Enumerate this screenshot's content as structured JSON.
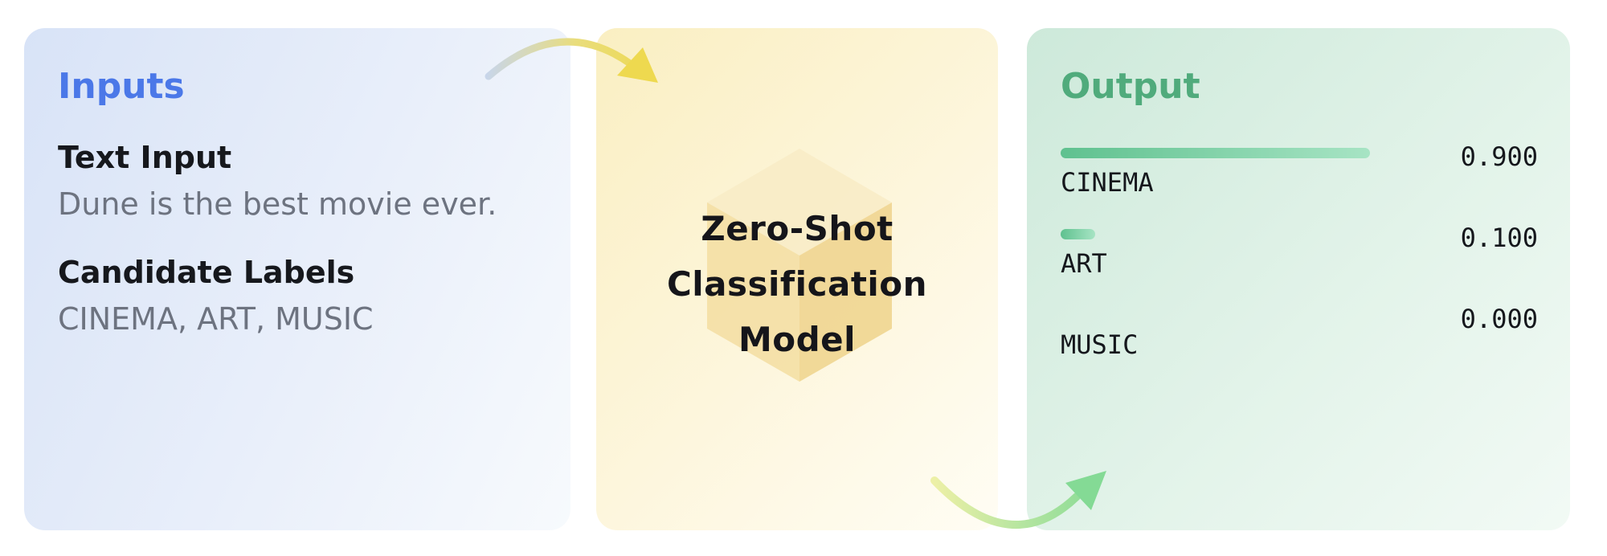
{
  "inputs": {
    "title": "Inputs",
    "title_color": "#4b78e8",
    "fields": [
      {
        "label": "Text Input",
        "value": "Dune is the best movie ever."
      },
      {
        "label": "Candidate Labels",
        "value": "CINEMA, ART, MUSIC"
      }
    ]
  },
  "model": {
    "title": "Zero-Shot Classification Model",
    "lines": [
      "Zero-Shot",
      "Classification",
      "Model"
    ],
    "icon": "cube-icon",
    "icon_colors": {
      "top": "#f8ecc6",
      "left": "#f4dfa4",
      "right": "#efd590"
    }
  },
  "output": {
    "title": "Output",
    "title_color": "#50ab7c",
    "bar_gradient": [
      "#5fc18f",
      "#a7e4c4"
    ],
    "results": [
      {
        "label": "CINEMA",
        "score": "0.900",
        "fraction": 0.9
      },
      {
        "label": "ART",
        "score": "0.100",
        "fraction": 0.1
      },
      {
        "label": "MUSIC",
        "score": "0.000",
        "fraction": 0.0
      }
    ]
  },
  "arrows": {
    "input_to_model": {
      "name": "curved-arrow-right",
      "gradient": [
        "#c7d5ec",
        "#e9dd7c",
        "#eed94f"
      ]
    },
    "model_to_output": {
      "name": "curved-arrow-right",
      "gradient": [
        "#edf0a6",
        "#b5e5a0",
        "#84da95"
      ]
    }
  }
}
